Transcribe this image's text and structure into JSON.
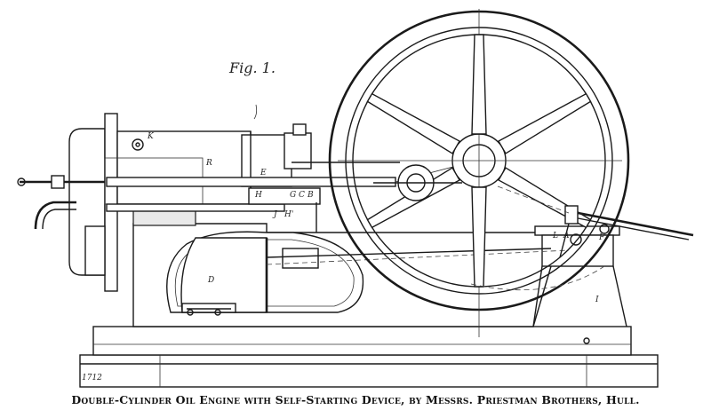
{
  "figure": {
    "label": "Fig. 1.",
    "plate_number": "1712",
    "caption": "Double-Cylinder Oil Engine with Self-Starting Device, by Messrs. Priestman Brothers, Hull."
  },
  "part_labels": {
    "k": "K",
    "r": "R",
    "e": "E",
    "h": "H",
    "h1": "H'",
    "j": "J",
    "g": "G",
    "c": "C",
    "b": "B",
    "d": "D",
    "l": "L",
    "a": "A",
    "f": "F",
    "i": "I"
  }
}
